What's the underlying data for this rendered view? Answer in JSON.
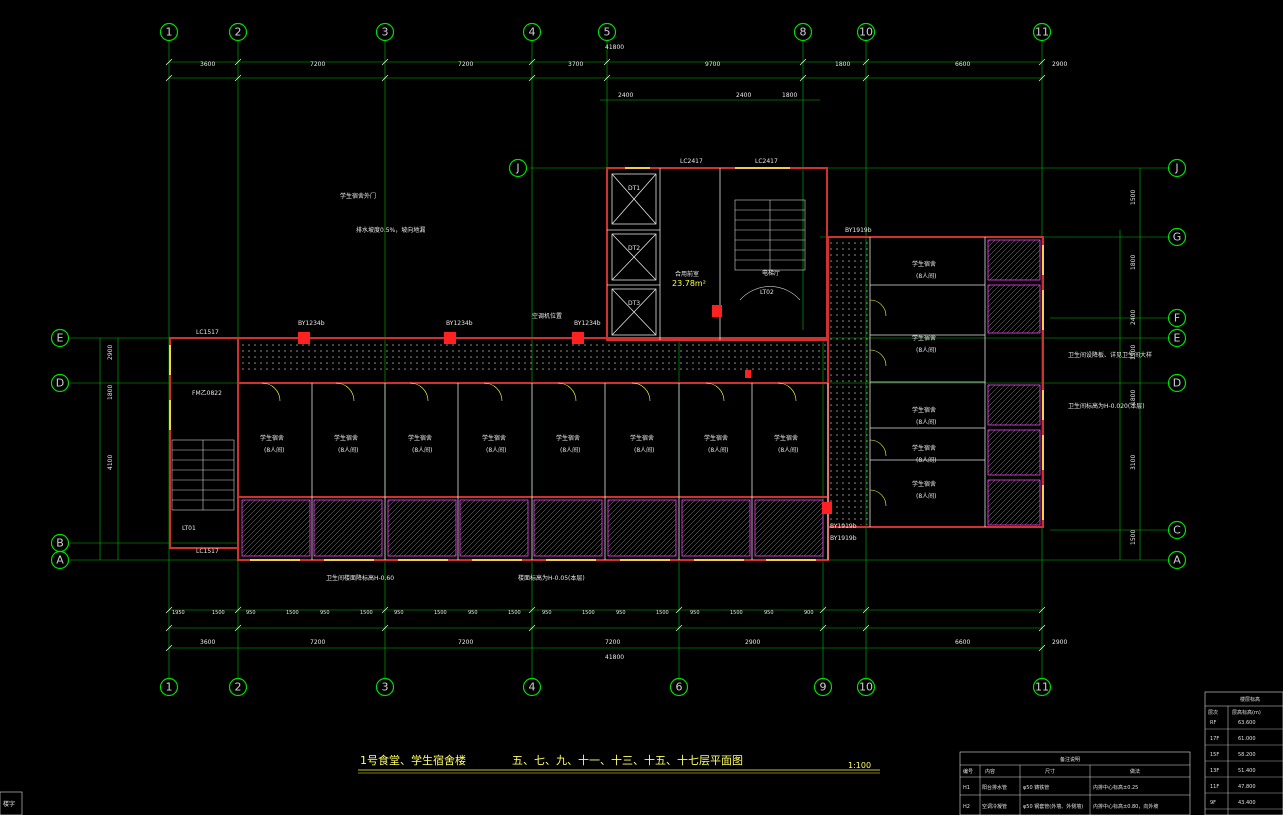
{
  "title": {
    "project": "1号食堂、学生宿舍楼",
    "floors": "五、七、九、十一、十三、十五、十七层平面图",
    "scale": "1:100"
  },
  "axes": {
    "top": [
      "1",
      "2",
      "3",
      "4",
      "5",
      "8",
      "10",
      "11"
    ],
    "bottom": [
      "1",
      "2",
      "3",
      "4",
      "6",
      "9",
      "10",
      "11"
    ],
    "left": [
      "E",
      "D",
      "B",
      "A"
    ],
    "right": [
      "J",
      "G",
      "F",
      "E",
      "D",
      "C",
      "A"
    ],
    "inner_j": "J"
  },
  "dims": {
    "top_total": "41800",
    "top_spans": [
      "3600",
      "7200",
      "7200",
      "3700",
      "9700",
      "1800",
      "6600",
      "2900"
    ],
    "top_sub": [
      "2400",
      "2400",
      "1800"
    ],
    "bottom_total": "41800",
    "bottom_spans": [
      "3600",
      "7200",
      "7200",
      "7200",
      "2900",
      "6600",
      "2900"
    ],
    "bottom_sub": [
      "1950",
      "1500",
      "950",
      "1500",
      "950",
      "1500",
      "950",
      "1500",
      "950",
      "1500",
      "950",
      "1500",
      "950",
      "1500",
      "950",
      "1500",
      "950",
      "900"
    ],
    "left_spans": [
      "2900",
      "1800",
      "4100"
    ],
    "right_spans": [
      "1500",
      "1800",
      "2400",
      "1900",
      "1800",
      "3100",
      "1500"
    ]
  },
  "labels": {
    "rooms": [
      "学生宿舍",
      "学生宿舍",
      "学生宿舍",
      "学生宿舍",
      "学生宿舍",
      "学生宿舍",
      "学生宿舍",
      "学生宿舍",
      "学生宿舍",
      "学生宿舍",
      "学生宿舍",
      "学生宿舍",
      "学生宿舍"
    ],
    "room_sub": "(8人间)",
    "hall": "电梯厅",
    "hall_area": "合用前室",
    "hall_m2": "23.78m²",
    "stair": "LT02",
    "stair_l": "LT01",
    "elev": [
      "DT1",
      "DT2",
      "DT3"
    ],
    "doors_top": [
      "LC2417",
      "LC2417"
    ],
    "lc_left": [
      "LC1517",
      "LC1517"
    ],
    "fm": "FM乙0822",
    "by_top": [
      "BY1234b",
      "BY1234b",
      "BY1234b"
    ],
    "by_right": [
      "BY1919b",
      "BY1919b",
      "BY1919b"
    ],
    "notes": [
      "学生宿舍外门",
      "排水坡度0.5%，坡向地漏",
      "卫生间楼面降标高H-0.60",
      "卫生间设降板、详见卫生间大样",
      "卫生间标高为H-0.020(本层)",
      "空调机位置",
      "楼面标高为H-0.05(本层)"
    ]
  },
  "table_notes": {
    "title": "备注说明",
    "headers": [
      "编号",
      "内容",
      "尺寸",
      "做法"
    ],
    "rows": [
      [
        "H1",
        "阳台排水管",
        "φ50  铸铁管",
        "内排中心标高±0.25"
      ],
      [
        "H2",
        "空调冷凝管",
        "φ50  钢套管(外墙、外侧墙)",
        "内排中心标高±0.80，向外坡"
      ]
    ]
  },
  "levels": {
    "title": "楼层标高",
    "header": [
      "层次",
      "层高标高(m)"
    ],
    "rows": [
      [
        "RF",
        "63.600"
      ],
      [
        "17F",
        "61.000"
      ],
      [
        "15F",
        "58.200"
      ],
      [
        "13F",
        "51.400"
      ],
      [
        "11F",
        "47.800"
      ],
      [
        "9F",
        "43.400"
      ]
    ]
  },
  "corner_mark": "楼字"
}
